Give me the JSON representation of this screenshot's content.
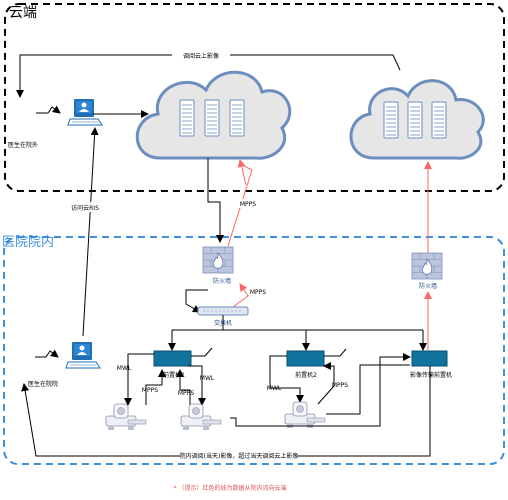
{
  "zones": {
    "cloud_title": "云端",
    "hospital_title": "医院院内"
  },
  "labels": {
    "cloud_access_top": "调阅云上影像",
    "doctor_outside": "医生在院外",
    "access_ris": "访问云RIS",
    "mpps_cloud": "MPPS",
    "firewall_1": "防火墙",
    "mpps_fw": "MPPS",
    "switch": "交换机",
    "firewall_2": "防火墙",
    "doctor_inside": "医生在院院",
    "front1": "前置机1",
    "front2": "前置机2",
    "image_front": "影像传输前置机",
    "mwl_1": "MWL",
    "mpps_1": "MPPS",
    "mpps_2": "MPPS",
    "mwl_2": "MWL",
    "mwl_3": "MWL",
    "mpps_3": "MPPS",
    "bottom_flow": "院内调阅(当天)影像，超过当天调阅云上影像",
    "footnote": "* （提示）红色的线为数据从院内流向云端"
  },
  "colors": {
    "cloud_fill": "#e6e6e6",
    "cloud_stroke": "#6c8ebf",
    "hospital_border": "#3d8fe0",
    "device_blue": "#10739e",
    "data_flow_red": "#ff6666",
    "note_red": "#e05252"
  },
  "icons": [
    "server-icon",
    "firewall-icon",
    "computer-icon",
    "switch-icon",
    "medical-device-icon"
  ]
}
